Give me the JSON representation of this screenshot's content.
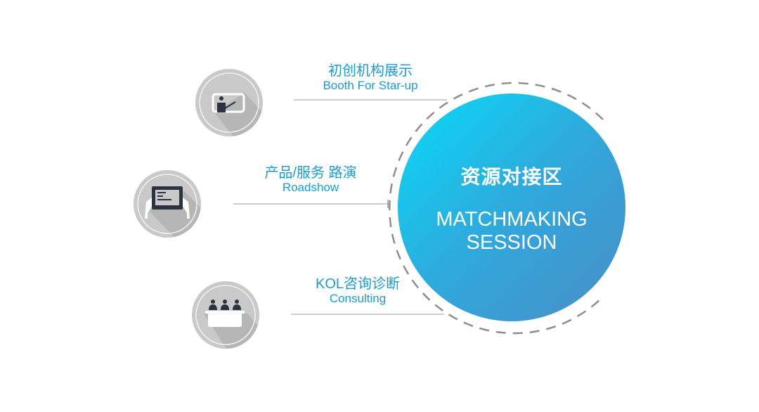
{
  "center": {
    "title_cn": "资源对接区",
    "title_en_line1": "MATCHMAKING",
    "title_en_line2": "SESSION"
  },
  "items": [
    {
      "cn": "初创机构展示",
      "en": "Booth For Star-up",
      "icon": "presentation-icon"
    },
    {
      "cn": "产品/服务 路演",
      "en": "Roadshow",
      "icon": "tablet-hands-icon"
    },
    {
      "cn": "KOL咨询诊断",
      "en": "Consulting",
      "icon": "panel-meeting-icon"
    }
  ],
  "colors": {
    "accent": "#1b9bd6",
    "gradient_start": "#0ad4f5",
    "gradient_end": "#4a8fc7",
    "icon_bg": "#c9c9c9",
    "icon_dark": "#2b3340"
  }
}
